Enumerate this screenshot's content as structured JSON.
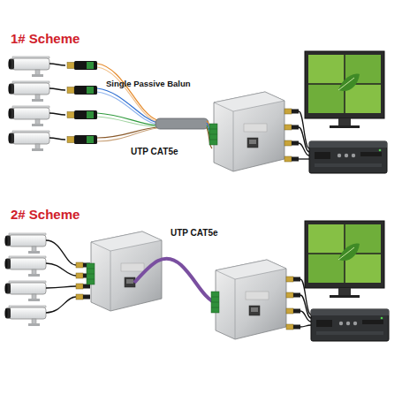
{
  "diagram": {
    "labels": [
      "1# Scheme",
      "Single Passive Balun",
      "UTP CAT5e",
      "2# Scheme",
      "UTP CAT5e"
    ]
  }
}
